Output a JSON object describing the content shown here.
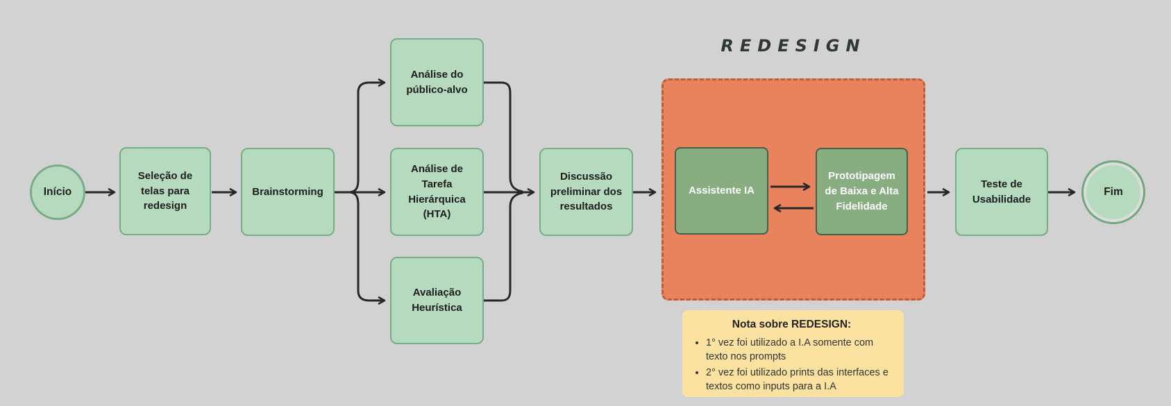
{
  "diagram": {
    "kind": "flowchart",
    "background_color": "#d2d2d2",
    "arrow_color": "#272727"
  },
  "colors": {
    "node_fill": "#b5dabe",
    "node_border": "#76ad85",
    "dark_node_fill": "#87ad81",
    "dark_node_border": "#43604a",
    "zone_fill": "#e8835d",
    "zone_border": "#b95e3c",
    "note_fill": "#fbe2a1",
    "text_dark": "#1d1d1d",
    "text_white": "#ffffff"
  },
  "zone": {
    "title": "REDESIGN"
  },
  "nodes": {
    "inicio": {
      "label": "Início",
      "shape": "circle"
    },
    "selecao": {
      "label": "Seleção de telas para redesign",
      "shape": "box"
    },
    "brainstorming": {
      "label": "Brainstorming",
      "shape": "box"
    },
    "analise_publico": {
      "label": "Análise do público-alvo",
      "shape": "box"
    },
    "hta": {
      "label": "Análise de Tarefa Hierárquica (HTA)",
      "shape": "box"
    },
    "heuristica": {
      "label": "Avaliação Heurística",
      "shape": "box"
    },
    "discussao": {
      "label": "Discussão preliminar dos resultados",
      "shape": "box"
    },
    "assistente": {
      "label": "Assistente IA",
      "shape": "dark-box"
    },
    "prototipagem": {
      "label": "Prototipagem de Baixa e Alta Fidelidade",
      "shape": "dark-box"
    },
    "teste": {
      "label": "Teste de Usabilidade",
      "shape": "box"
    },
    "fim": {
      "label": "Fim",
      "shape": "double-circle"
    }
  },
  "note": {
    "title": "Nota sobre REDESIGN:",
    "items": [
      "1° vez foi utilizado a I.A somente com texto nos prompts",
      "2° vez foi utilizado prints das interfaces e textos como inputs para a I.A"
    ]
  }
}
